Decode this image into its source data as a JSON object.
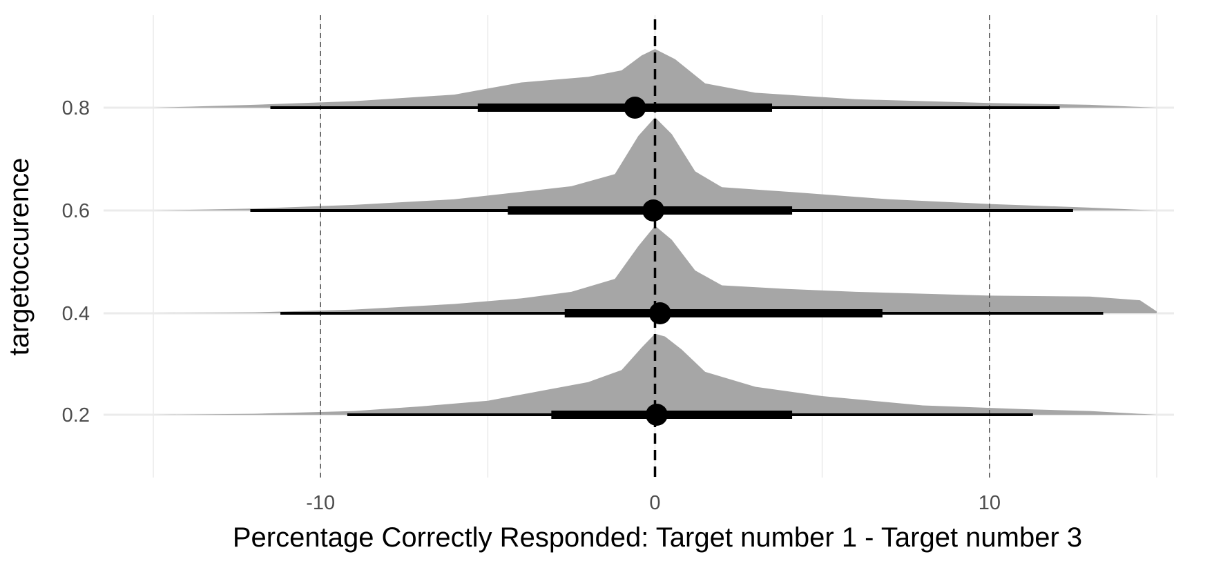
{
  "chart_data": {
    "type": "density-interval",
    "title": "",
    "xlabel": "Percentage Correctly Responded: Target number 1 - Target number 3",
    "ylabel": "targetoccurence",
    "xlim": [
      -15,
      15
    ],
    "x_ticks": [
      -10,
      0,
      10
    ],
    "x_tick_labels": [
      "-10",
      "0",
      "10"
    ],
    "y_categories": [
      "0.2",
      "0.4",
      "0.6",
      "0.8"
    ],
    "reference_lines": {
      "solid_dashed_at": 0,
      "thin_dashed_at": [
        -10,
        10
      ]
    },
    "grid": true,
    "colors": {
      "density_fill": "#a6a6a6",
      "interval": "#000000",
      "grid": "#ebebeb",
      "reference": "#000000",
      "text": "#4d4d4d"
    },
    "series": [
      {
        "category": "0.2",
        "point": 0.05,
        "interval_inner": [
          -3.1,
          4.1
        ],
        "interval_outer": [
          -9.2,
          11.3
        ],
        "density": [
          [
            -15,
            0.0
          ],
          [
            -12,
            0.01
          ],
          [
            -9,
            0.04
          ],
          [
            -7,
            0.09
          ],
          [
            -5,
            0.15
          ],
          [
            -3.5,
            0.25
          ],
          [
            -2,
            0.35
          ],
          [
            -1,
            0.48
          ],
          [
            -0.4,
            0.72
          ],
          [
            0,
            0.87
          ],
          [
            0.3,
            0.84
          ],
          [
            0.8,
            0.7
          ],
          [
            1.5,
            0.46
          ],
          [
            3,
            0.3
          ],
          [
            5,
            0.2
          ],
          [
            8,
            0.1
          ],
          [
            11,
            0.06
          ],
          [
            13,
            0.04
          ],
          [
            15,
            0.0
          ]
        ]
      },
      {
        "category": "0.4",
        "point": 0.15,
        "interval_inner": [
          -2.7,
          6.8
        ],
        "interval_outer": [
          -11.2,
          13.4
        ],
        "density": [
          [
            -15,
            0.0
          ],
          [
            -12,
            0.01
          ],
          [
            -9,
            0.04
          ],
          [
            -6,
            0.1
          ],
          [
            -4,
            0.16
          ],
          [
            -2.5,
            0.23
          ],
          [
            -1.2,
            0.37
          ],
          [
            -0.5,
            0.72
          ],
          [
            0,
            0.94
          ],
          [
            0.5,
            0.79
          ],
          [
            1.2,
            0.46
          ],
          [
            2,
            0.3
          ],
          [
            4,
            0.26
          ],
          [
            6,
            0.23
          ],
          [
            10,
            0.19
          ],
          [
            13,
            0.18
          ],
          [
            14.5,
            0.14
          ],
          [
            15,
            0.02
          ]
        ]
      },
      {
        "category": "0.6",
        "point": -0.05,
        "interval_inner": [
          -4.4,
          4.1
        ],
        "interval_outer": [
          -12.1,
          12.5
        ],
        "density": [
          [
            -15,
            0.0
          ],
          [
            -12,
            0.02
          ],
          [
            -9,
            0.06
          ],
          [
            -6,
            0.12
          ],
          [
            -4,
            0.2
          ],
          [
            -2.5,
            0.26
          ],
          [
            -1.2,
            0.39
          ],
          [
            -0.5,
            0.8
          ],
          [
            0,
            1.0
          ],
          [
            0.5,
            0.82
          ],
          [
            1.2,
            0.42
          ],
          [
            2,
            0.25
          ],
          [
            4,
            0.2
          ],
          [
            7,
            0.12
          ],
          [
            10,
            0.07
          ],
          [
            13,
            0.03
          ],
          [
            15,
            0.0
          ]
        ]
      },
      {
        "category": "0.8",
        "point": -0.6,
        "interval_inner": [
          -5.3,
          3.5
        ],
        "interval_outer": [
          -11.5,
          12.1
        ],
        "density": [
          [
            -15,
            0.0
          ],
          [
            -12,
            0.03
          ],
          [
            -9,
            0.07
          ],
          [
            -6,
            0.14
          ],
          [
            -4,
            0.27
          ],
          [
            -2,
            0.33
          ],
          [
            -1,
            0.4
          ],
          [
            -0.4,
            0.56
          ],
          [
            0,
            0.63
          ],
          [
            0.6,
            0.52
          ],
          [
            1.5,
            0.26
          ],
          [
            3,
            0.16
          ],
          [
            6,
            0.09
          ],
          [
            10,
            0.05
          ],
          [
            13,
            0.03
          ],
          [
            15,
            0.0
          ]
        ]
      }
    ]
  }
}
